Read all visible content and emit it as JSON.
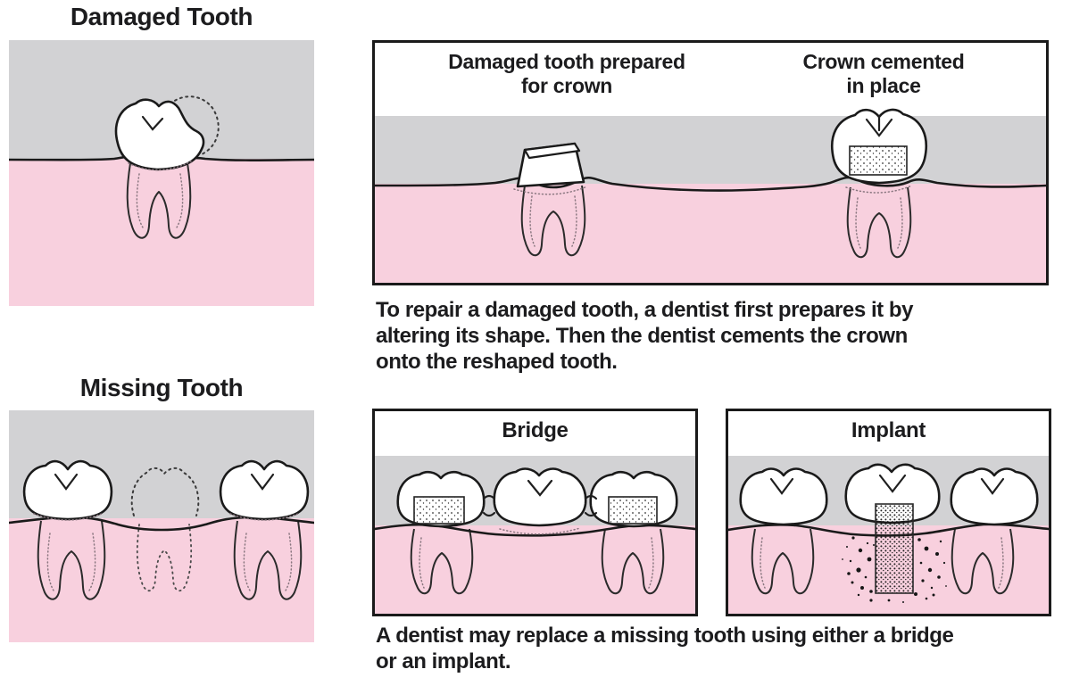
{
  "colors": {
    "gum_pink": "#f8d0de",
    "background_gray": "#d2d2d4",
    "outline": "#1a1a1a",
    "text": "#1c1c1e"
  },
  "damaged_section": {
    "title": "Damaged Tooth",
    "panel_labels": {
      "prepared": {
        "line1": "Damaged tooth prepared",
        "line2": "for crown"
      },
      "cemented": {
        "line1": "Crown cemented",
        "line2": "in place"
      }
    },
    "caption": {
      "line1": "To repair a damaged tooth, a dentist first prepares it by",
      "line2": "altering its shape. Then the dentist cements the crown",
      "line3": "onto the reshaped tooth."
    }
  },
  "missing_section": {
    "title": "Missing Tooth",
    "bridge_label": "Bridge",
    "implant_label": "Implant",
    "caption": {
      "line1": "A dentist may replace a missing tooth using either a bridge",
      "line2": "or an implant."
    }
  }
}
